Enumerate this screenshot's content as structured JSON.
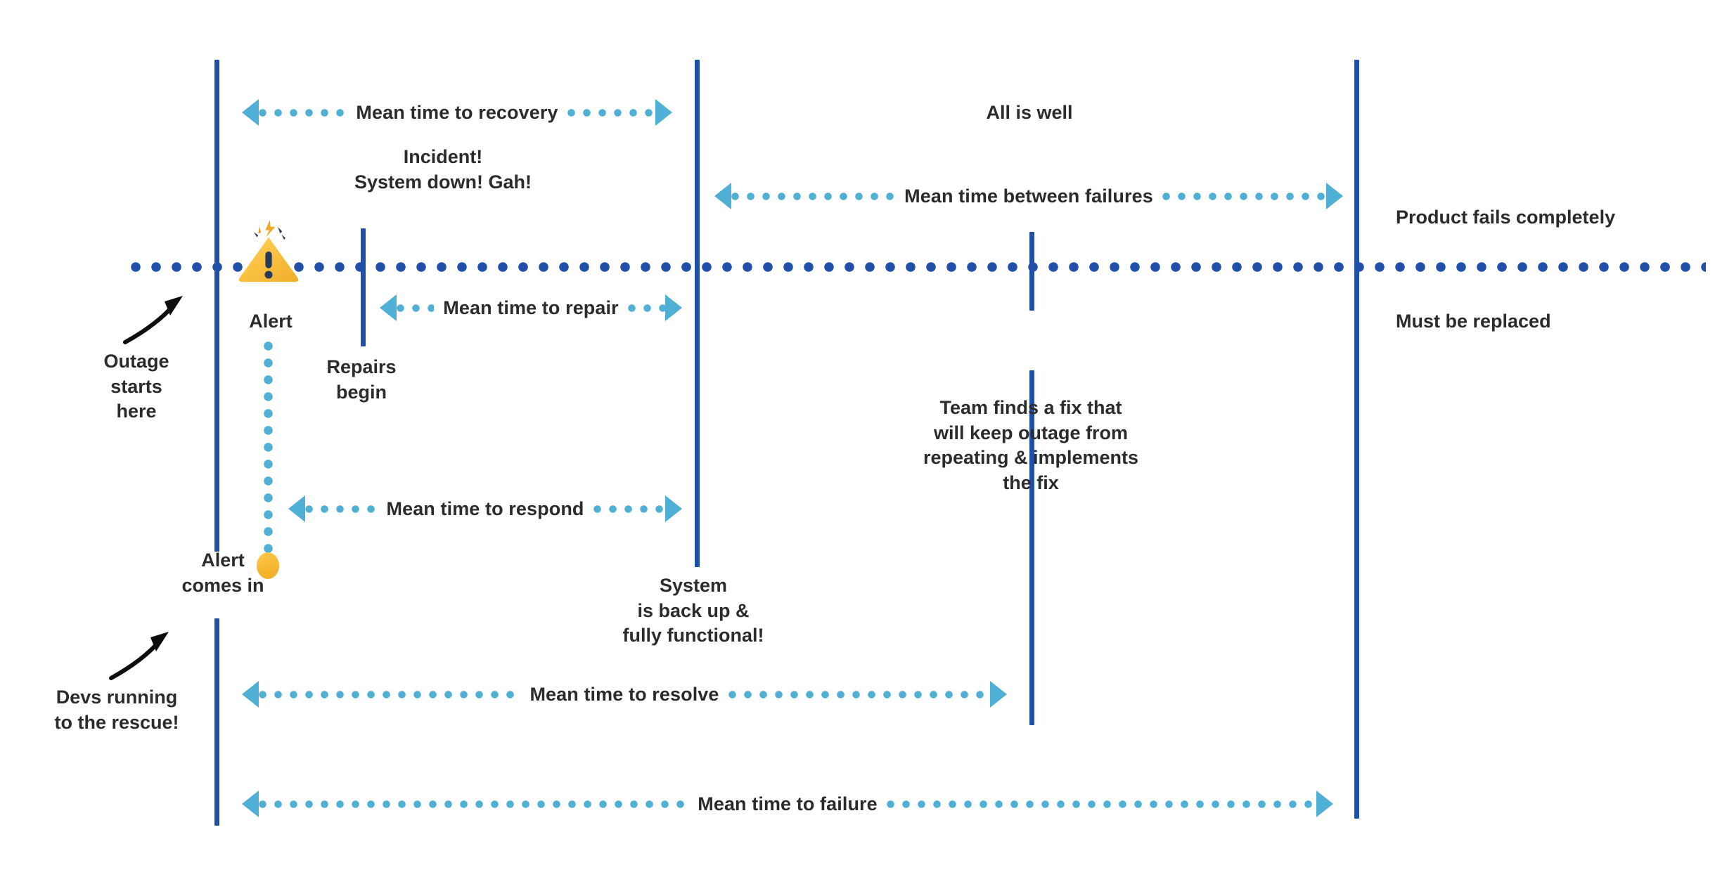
{
  "diagram": {
    "title": "Incident response timeline metrics",
    "colors": {
      "milestone_line": "#1F4FA8",
      "timeline_dots": "#1F4FA8",
      "measure_arrow": "#4FAFD4",
      "alert_yellow": "#F6B731",
      "text": "#2b2b2b",
      "background": "#ffffff"
    }
  },
  "measures": [
    {
      "label": "Mean time to recovery"
    },
    {
      "label": "Mean time between failures"
    },
    {
      "label": "Mean time to repair"
    },
    {
      "label": "Mean time to respond"
    },
    {
      "label": "Mean time to resolve"
    },
    {
      "label": "Mean time to failure"
    }
  ],
  "notes": {
    "incident": "Incident!\nSystem down! Gah!",
    "all_is_well": "All is well",
    "product_fails": "Product fails completely",
    "must_be_replaced": "Must be replaced",
    "alert_label": "Alert",
    "repairs_begin": "Repairs\nbegin",
    "team_finds_fix": "Team finds a fix that\nwill keep outage from\nrepeating & implements\nthe fix",
    "alert_comes_in": "Alert\ncomes in",
    "system_back_up": "System\nis back up &\nfully functional!",
    "outage_starts_here": "Outage\nstarts\nhere",
    "devs_running": "Devs running\nto the rescue!"
  },
  "icons": {
    "alert_triangle": "alert-triangle-icon",
    "alert_dot": "alert-dot-icon",
    "outage_arrow": "curved-arrow-icon",
    "devs_arrow": "curved-arrow-icon"
  }
}
